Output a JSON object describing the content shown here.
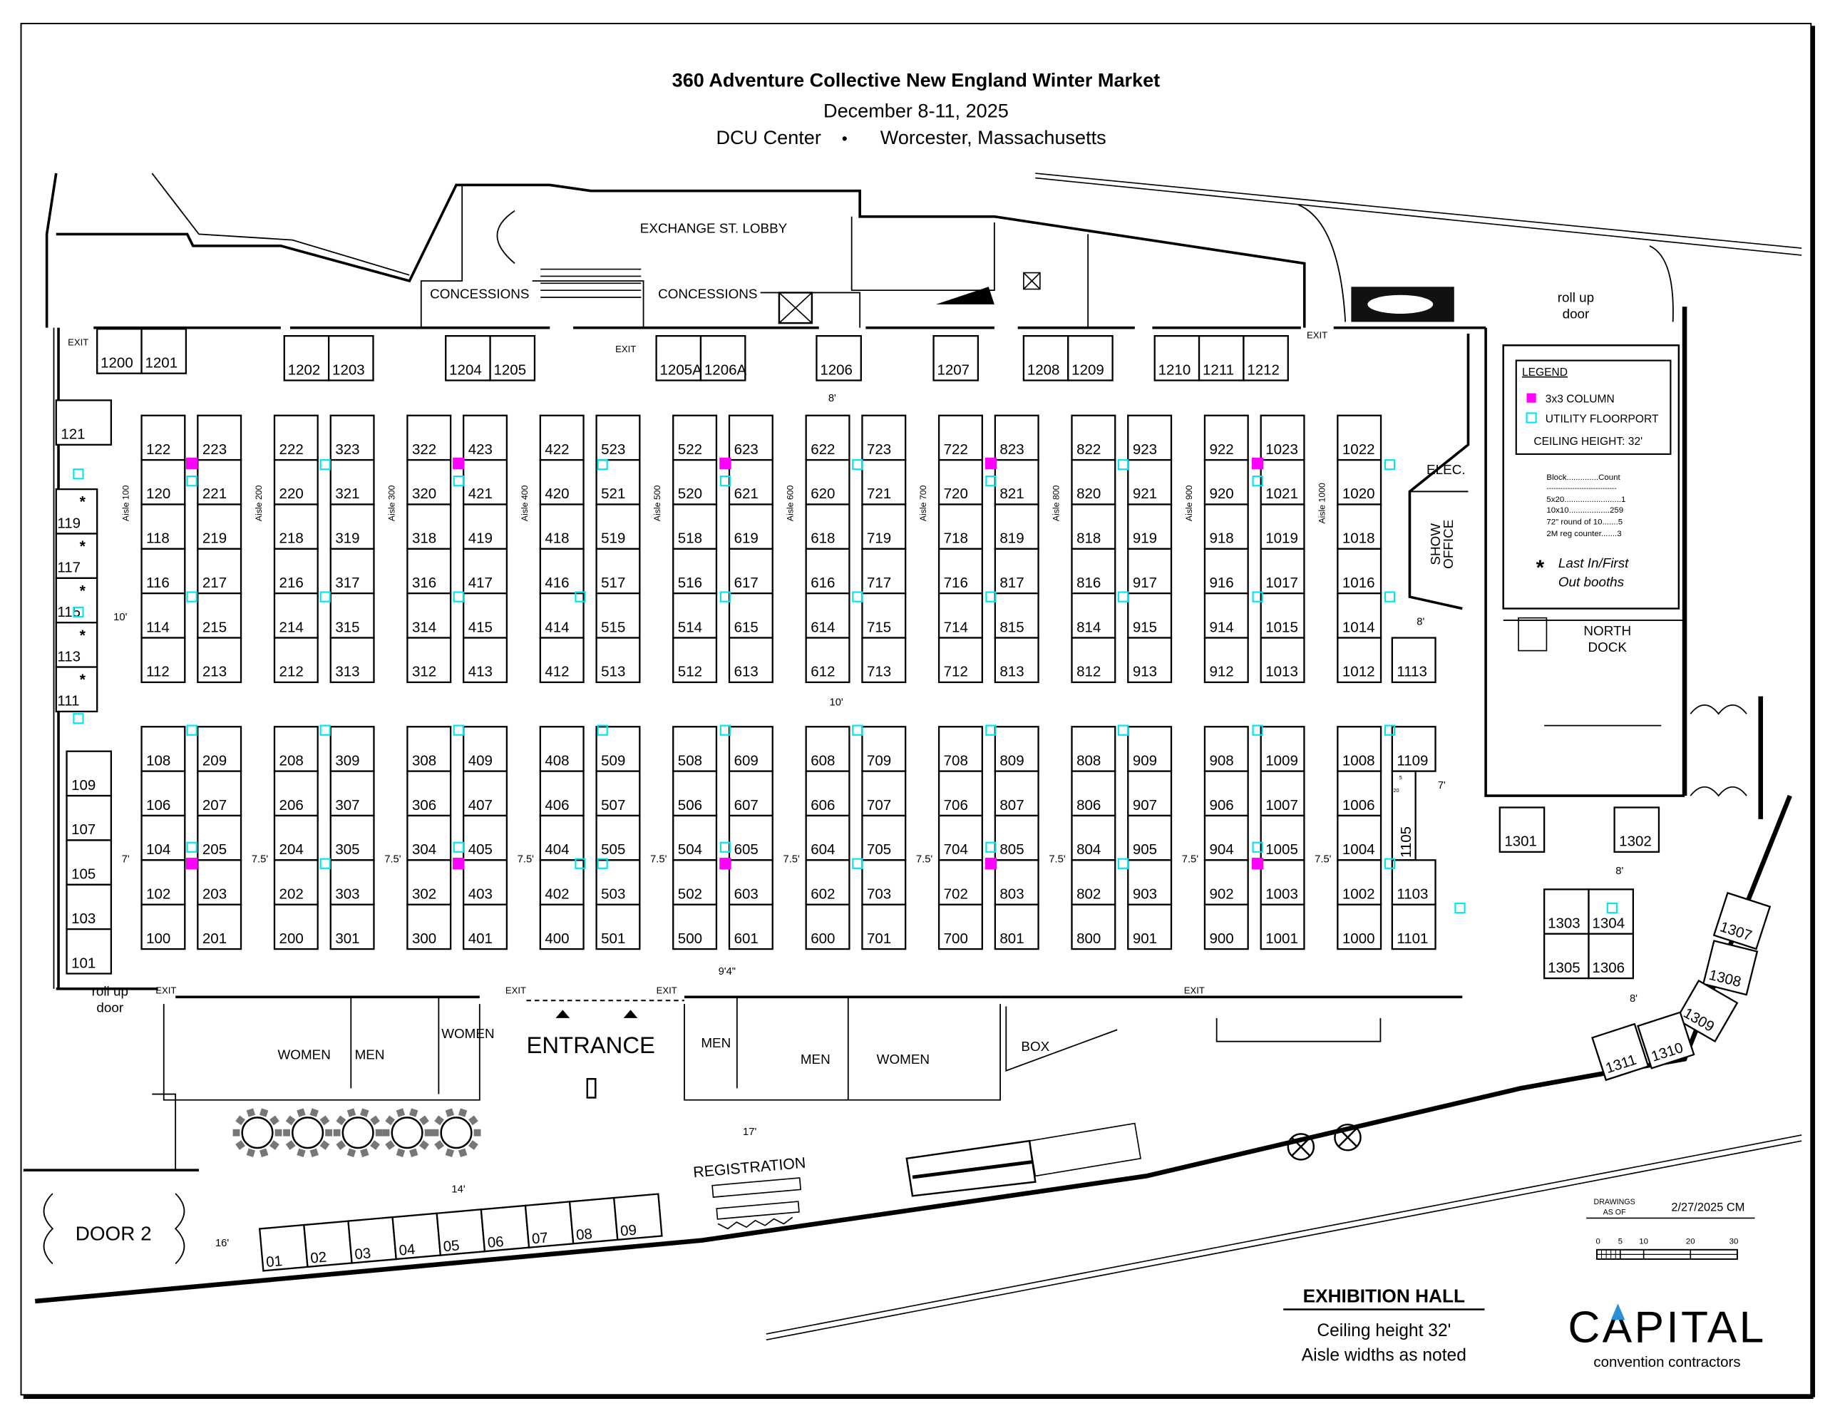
{
  "header": {
    "title": "360 Adventure Collective New England Winter Market",
    "dates": "December 8-11, 2025",
    "venue": "DCU Center",
    "separator": "•",
    "city": "Worcester, Massachusetts"
  },
  "booths": {
    "top_columns": [
      [
        "122",
        "120",
        "118",
        "116",
        "114",
        "112"
      ],
      [
        "223",
        "221",
        "219",
        "217",
        "215",
        "213"
      ],
      [
        "222",
        "220",
        "218",
        "216",
        "214",
        "212"
      ],
      [
        "323",
        "321",
        "319",
        "317",
        "315",
        "313"
      ],
      [
        "322",
        "320",
        "318",
        "316",
        "314",
        "312"
      ],
      [
        "423",
        "421",
        "419",
        "417",
        "415",
        "413"
      ],
      [
        "422",
        "420",
        "418",
        "416",
        "414",
        "412"
      ],
      [
        "523",
        "521",
        "519",
        "517",
        "515",
        "513"
      ],
      [
        "522",
        "520",
        "518",
        "516",
        "514",
        "512"
      ],
      [
        "623",
        "621",
        "619",
        "617",
        "615",
        "613"
      ],
      [
        "622",
        "620",
        "618",
        "616",
        "614",
        "612"
      ],
      [
        "723",
        "721",
        "719",
        "717",
        "715",
        "713"
      ],
      [
        "722",
        "720",
        "718",
        "716",
        "714",
        "712"
      ],
      [
        "823",
        "821",
        "819",
        "817",
        "815",
        "813"
      ],
      [
        "822",
        "820",
        "818",
        "816",
        "814",
        "812"
      ],
      [
        "923",
        "921",
        "919",
        "917",
        "915",
        "913"
      ],
      [
        "922",
        "920",
        "918",
        "916",
        "914",
        "912"
      ],
      [
        "1023",
        "1021",
        "1019",
        "1017",
        "1015",
        "1013"
      ],
      [
        "1022",
        "1020",
        "1018",
        "1016",
        "1014",
        "1012"
      ]
    ],
    "top_extra": "1113",
    "bottom_columns": [
      [
        "108",
        "106",
        "104",
        "102",
        "100"
      ],
      [
        "209",
        "207",
        "205",
        "203",
        "201"
      ],
      [
        "208",
        "206",
        "204",
        "202",
        "200"
      ],
      [
        "309",
        "307",
        "305",
        "303",
        "301"
      ],
      [
        "308",
        "306",
        "304",
        "302",
        "300"
      ],
      [
        "409",
        "407",
        "405",
        "403",
        "401"
      ],
      [
        "408",
        "406",
        "404",
        "402",
        "400"
      ],
      [
        "509",
        "507",
        "505",
        "503",
        "501"
      ],
      [
        "508",
        "506",
        "504",
        "502",
        "500"
      ],
      [
        "609",
        "607",
        "605",
        "603",
        "601"
      ],
      [
        "608",
        "606",
        "604",
        "602",
        "600"
      ],
      [
        "709",
        "707",
        "705",
        "703",
        "701"
      ],
      [
        "708",
        "706",
        "704",
        "702",
        "700"
      ],
      [
        "809",
        "807",
        "805",
        "803",
        "801"
      ],
      [
        "808",
        "806",
        "804",
        "802",
        "800"
      ],
      [
        "909",
        "907",
        "905",
        "903",
        "901"
      ],
      [
        "908",
        "906",
        "904",
        "902",
        "900"
      ],
      [
        "1009",
        "1007",
        "1005",
        "1003",
        "1001"
      ],
      [
        "1008",
        "1006",
        "1004",
        "1002",
        "1000"
      ]
    ],
    "bottom_1100": [
      "1109",
      "1105",
      "1103",
      "1101"
    ],
    "booth_1105_dims": [
      "5",
      "20"
    ],
    "perimeter_top": [
      [
        "1200",
        "1201"
      ],
      [
        "1202",
        "1203"
      ],
      [
        "1204",
        "1205"
      ],
      [
        "1205A",
        "1206A"
      ],
      [
        "1206"
      ],
      [
        "1207"
      ],
      [
        "1208",
        "1209"
      ],
      [
        "1210",
        "1211",
        "1212"
      ]
    ],
    "left_upper": "121",
    "left_last_in_first_out": [
      "119",
      "117",
      "115",
      "113",
      "111"
    ],
    "lif_marker": "*",
    "left_lower": [
      "109",
      "107",
      "105",
      "103",
      "101"
    ],
    "dock": [
      "1301",
      "1302",
      "1303",
      "1304",
      "1305",
      "1306"
    ],
    "curve": [
      "1307",
      "1308",
      "1309",
      "1310",
      "1311"
    ],
    "registration": [
      "01",
      "02",
      "03",
      "04",
      "05",
      "06",
      "07",
      "08",
      "09"
    ]
  },
  "aisles": [
    "Aisle 100",
    "Aisle 200",
    "Aisle 300",
    "Aisle 400",
    "Aisle 500",
    "Aisle 600",
    "Aisle 700",
    "Aisle 800",
    "Aisle 900",
    "Aisle 1000"
  ],
  "aisle_widths": {
    "bottom_block": [
      "7'",
      "7.5'",
      "7.5'",
      "7.5'",
      "7.5'",
      "7.5'",
      "7.5'",
      "7.5'",
      "7.5'",
      "7.5'"
    ],
    "left_top": "10'",
    "top_cross": "8'",
    "mid_cross": "10'",
    "right_top": "8'",
    "right_mid": "7'",
    "dock_a": "8'",
    "dock_b": "8'",
    "entrance": "9'4\"",
    "lobby_17": "17'",
    "lobby_14": "14'",
    "lobby_16": "16'"
  },
  "rooms": {
    "lobby": "EXCHANGE ST. LOBBY",
    "concessions": "CONCESSIONS",
    "exit": "EXIT",
    "roll_up_1": "roll up",
    "roll_up_2": "door",
    "elec": "ELEC.",
    "show_office_1": "SHOW",
    "show_office_2": "OFFICE",
    "north_dock_1": "NORTH",
    "north_dock_2": "DOCK",
    "women": "WOMEN",
    "men": "MEN",
    "entrance": "ENTRANCE",
    "box": "BOX",
    "door2": "DOOR 2",
    "registration": "REGISTRATION"
  },
  "legend": {
    "title": "LEGEND",
    "column": "3x3 COLUMN",
    "floorport": "UTILITY FLOORPORT",
    "ceiling": "CEILING HEIGHT: 32'",
    "column_color": "#ff00ff",
    "floorport_color": "#00e5f0",
    "count_header": "Block..............Count",
    "count_rule": "------------------------------",
    "counts": [
      "5x20.........................1",
      "10x10..................259",
      "72\" round of 10.......5",
      "2M reg counter.......3"
    ],
    "lif_1": "Last In/First",
    "lif_2": "Out booths"
  },
  "footer": {
    "drawings_1": "DRAWINGS",
    "drawings_2": "AS OF",
    "date": "2/27/2025 CM",
    "scale_labels": [
      "0",
      "5",
      "10",
      "20",
      "30"
    ],
    "hall_title": "EXHIBITION HALL",
    "hall_line1": "Ceiling height 32'",
    "hall_line2": "Aisle widths as noted",
    "logo": "CAPITAL",
    "logo_sub": "convention contractors",
    "logo_color": "#2a8fd6"
  }
}
